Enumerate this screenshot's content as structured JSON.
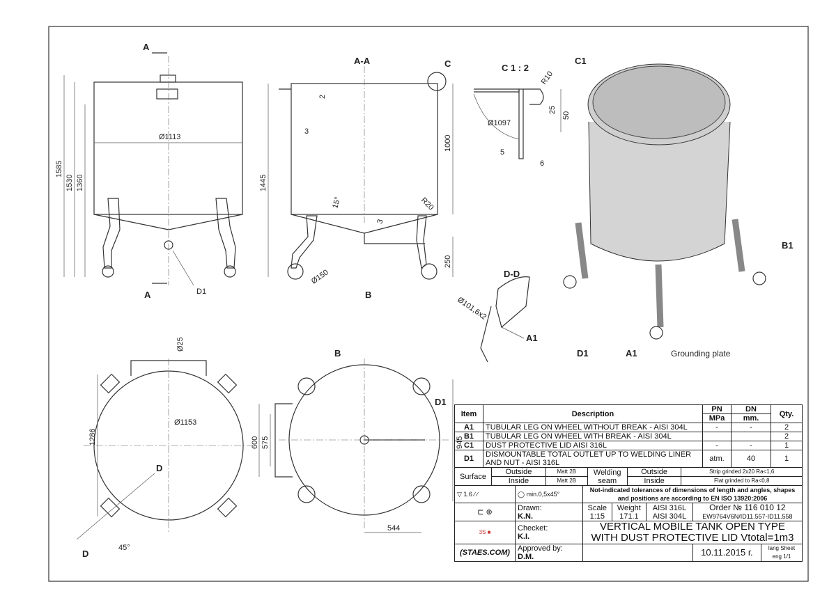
{
  "front_view": {
    "section_mark_top": "A",
    "section_mark_bottom": "A",
    "dim_total": "1585",
    "dim_body": "1530",
    "dim_shell": "1360",
    "dim_diameter": "Ø1113",
    "callout_outlet": "D1"
  },
  "section_view": {
    "title": "A-A",
    "detail_mark": "C",
    "dim_2": "2",
    "dim_3_wall": "3",
    "dim_height": "1445",
    "dim_1000": "1000",
    "dim_angle": "15°",
    "dim_radius": "R20",
    "dim_3_bottom": "3",
    "dim_250": "250",
    "dim_wheel": "Ø150",
    "view_mark": "B"
  },
  "detail_view": {
    "title": "C 1 : 2",
    "dim_r10": "R10",
    "dim_25": "25",
    "dim_50": "50",
    "dim_dia": "Ø1097",
    "dim_5": "5",
    "dim_6": "6"
  },
  "dd_view": {
    "title": "D-D",
    "dim_pipe": "Ø101,6x2",
    "callout": "A1"
  },
  "iso_view": {
    "c1": "C1",
    "b1": "B1",
    "d1": "D1",
    "a1": "A1",
    "grounding": "Grounding plate"
  },
  "top_view": {
    "dim_handle": "Ø25",
    "dim_1286": "1286",
    "dim_dia": "Ø1153",
    "mark_d1": "D",
    "mark_d2": "D",
    "angle": "45°"
  },
  "bottom_view": {
    "mark_b": "B",
    "callout_d1": "D1",
    "dim_600": "600",
    "dim_575": "575",
    "dim_945": "945",
    "dim_544": "544"
  },
  "table": {
    "headers": {
      "item": "Item",
      "description": "Description",
      "pn": "PN",
      "pn_unit": "MPa",
      "dn": "DN",
      "dn_unit": "mm.",
      "qty": "Qty."
    },
    "rows": [
      {
        "item": "A1",
        "description": "TUBULAR LEG ON WHEEL WITHOUT BREAK - AISI 304L",
        "pn": "-",
        "dn": "-",
        "qty": "2"
      },
      {
        "item": "B1",
        "description": "TUBULAR LEG ON WHEEL WITH BREAK - AISI 304L",
        "pn": "",
        "dn": "",
        "qty": "2"
      },
      {
        "item": "C1",
        "description": "DUST PROTECTIVE LID AISI 316L",
        "pn": "-",
        "dn": "-",
        "qty": "1"
      },
      {
        "item": "D1",
        "description": "DISMOUNTABLE TOTAL OUTLET UP TO WELDING LINER AND NUT - AISI 316L",
        "pn": "atm.",
        "dn": "40",
        "qty": "1"
      }
    ],
    "surface": {
      "label": "Surface",
      "outside": "Outside",
      "inside": "Inside",
      "outside_val": "Matt 2B",
      "inside_val": "Matt 2B",
      "welding": "Welding seam",
      "w_outside": "Outside",
      "w_inside": "Inside",
      "w_outside_val": "Strip grinded 2x20 Ra<1,6",
      "w_inside_val": "Flat grinded to Ra<0,8"
    },
    "roughness": "1.6",
    "chamfer": "min.0,5x45°",
    "tolerance_note": "Not-indicated tolerances of dimensions of length and angles, shapes and positions are according to EN ISO 13920:2006",
    "drawn_label": "Drawn:",
    "drawn": "K.N.",
    "checked_label": "Checket:",
    "checked": "K.I.",
    "approved_label": "Approved by:",
    "approved": "D.M.",
    "scale_label": "Scale",
    "scale": "1:15",
    "weight_label": "Weight",
    "weight": "171.1",
    "material1": "AISI 316L",
    "material2": "AISI 304L",
    "order": "Order № 116 010 12",
    "order_code": "EW9764V6N/ID11.557-ID11.558",
    "title": "VERTICAL MOBILE TANK OPEN TYPE WITH DUST PROTECTIVE LID Vtotal=1m3",
    "date": "10.11.2015 г.",
    "lang_label": "lang",
    "lang": "eng",
    "sheet_label": "Sheet",
    "sheet": "1/1",
    "logo_sw": "SolidWorks",
    "logo_staes": "STAES.COM"
  }
}
